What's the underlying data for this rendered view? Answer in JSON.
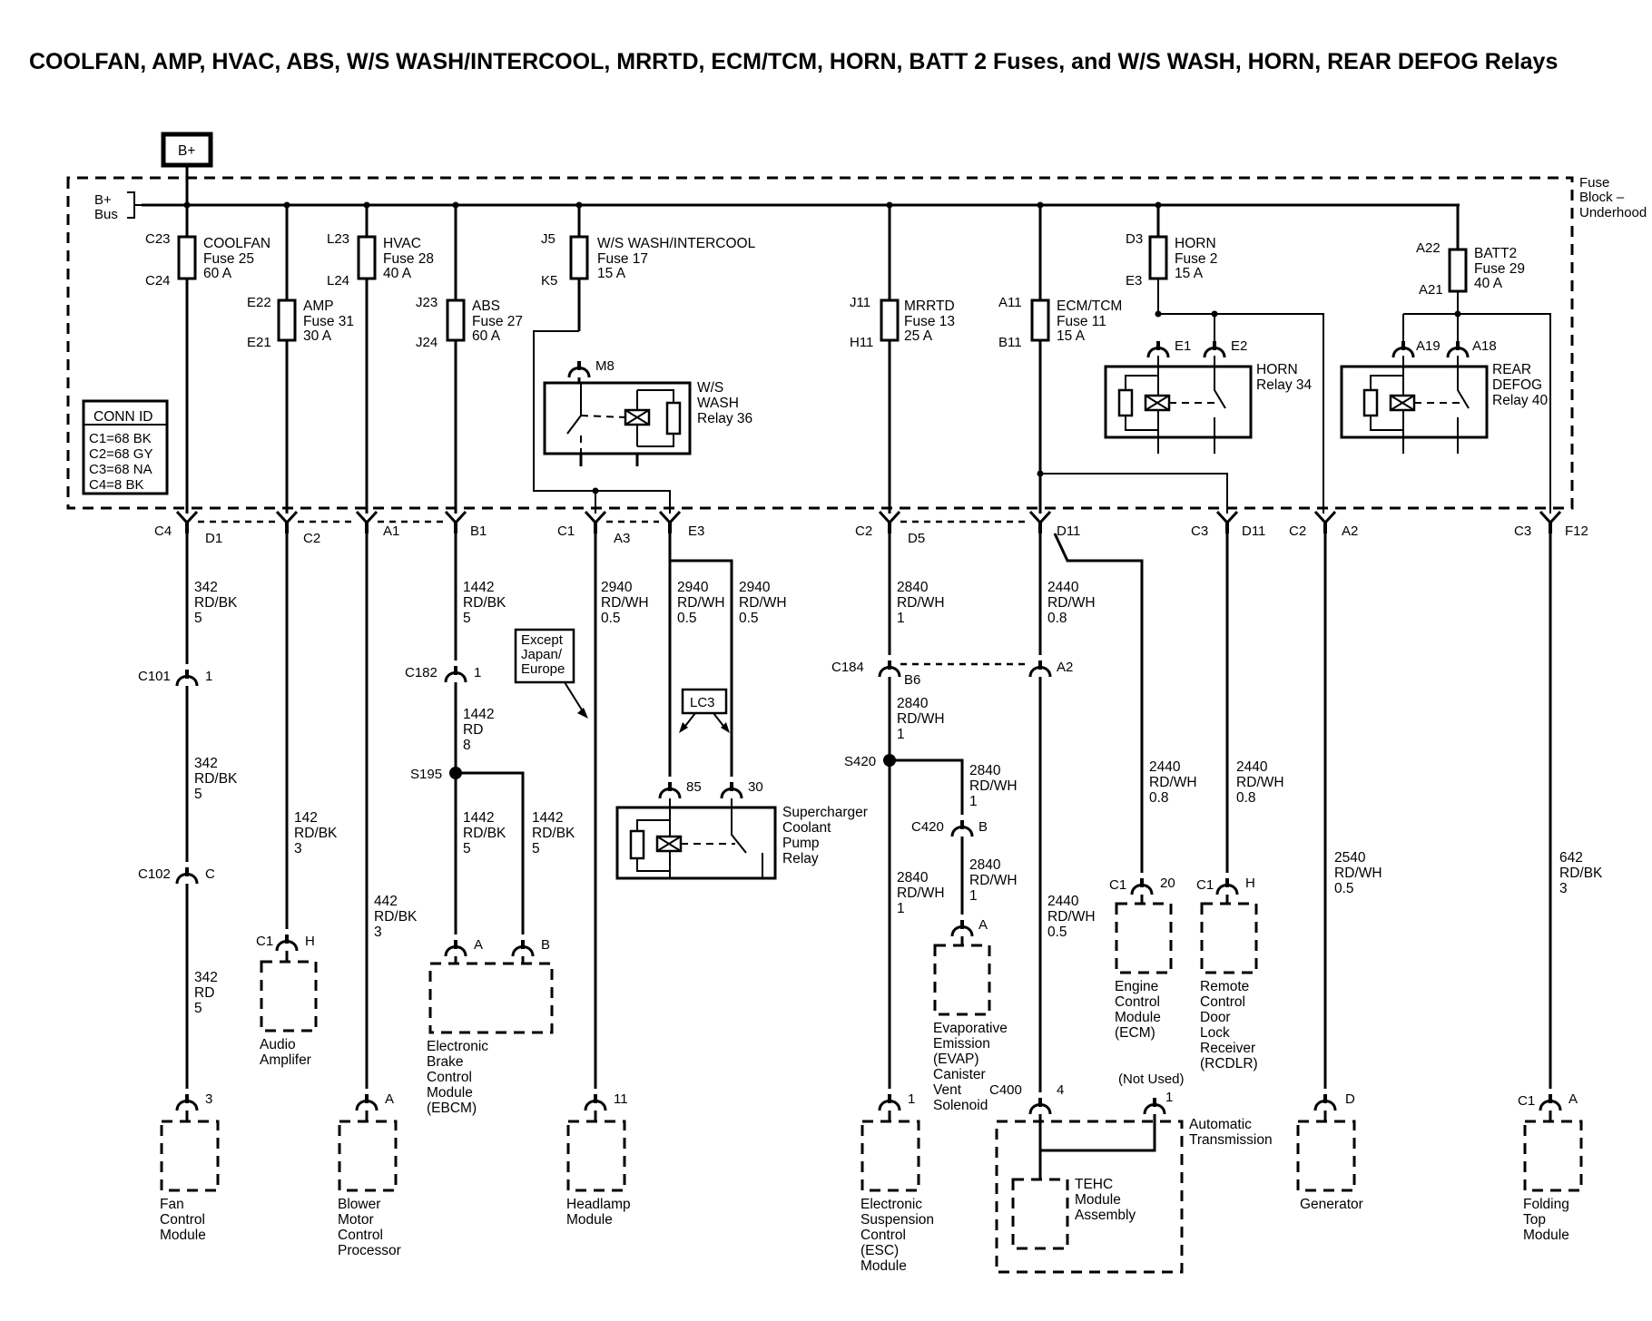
{
  "title": "COOLFAN, AMP, HVAC, ABS, W/S WASH/INTERCOOL, MRRTD, ECM/TCM, HORN, BATT 2 Fuses, and W/S WASH, HORN, REAR DEFOG Relays",
  "battery_label": "B+",
  "bus_label": [
    "B+",
    "Bus"
  ],
  "fuse_block_label": [
    "Fuse",
    "Block –",
    "Underhood"
  ],
  "conn_id": {
    "title": "CONN ID",
    "lines": [
      "C1=68 BK",
      "C2=68 GY",
      "C3=68 NA",
      "C4=8 BK"
    ]
  },
  "fuses": [
    {
      "name": "COOLFAN",
      "fuse": "Fuse 25",
      "amps": "60 A",
      "top_pin": "C23",
      "bot_pin": "C24"
    },
    {
      "name": "AMP",
      "fuse": "Fuse 31",
      "amps": "30 A",
      "top_pin": "E22",
      "bot_pin": "E21"
    },
    {
      "name": "HVAC",
      "fuse": "Fuse 28",
      "amps": "40 A",
      "top_pin": "L23",
      "bot_pin": "L24"
    },
    {
      "name": "ABS",
      "fuse": "Fuse 27",
      "amps": "60 A",
      "top_pin": "J23",
      "bot_pin": "J24"
    },
    {
      "name": "W/S WASH/INTERCOOL",
      "fuse": "Fuse 17",
      "amps": "15 A",
      "top_pin": "J5",
      "bot_pin": "K5"
    },
    {
      "name": "MRRTD",
      "fuse": "Fuse 13",
      "amps": "25 A",
      "top_pin": "J11",
      "bot_pin": "H11"
    },
    {
      "name": "ECM/TCM",
      "fuse": "Fuse 11",
      "amps": "15 A",
      "top_pin": "A11",
      "bot_pin": "B11"
    },
    {
      "name": "HORN",
      "fuse": "Fuse 2",
      "amps": "15 A",
      "top_pin": "D3",
      "bot_pin": "E3"
    },
    {
      "name": "BATT2",
      "fuse": "Fuse 29",
      "amps": "40 A",
      "top_pin": "A22",
      "bot_pin": "A21"
    }
  ],
  "relays": {
    "ws_wash": {
      "pin": "M8",
      "lines": [
        "W/S",
        "WASH",
        "Relay 36"
      ]
    },
    "horn": {
      "pins": [
        "E1",
        "E2"
      ],
      "lines": [
        "HORN",
        "Relay 34"
      ]
    },
    "rear_defog": {
      "pins": [
        "A19",
        "A18"
      ],
      "lines": [
        "REAR",
        "DEFOG",
        "Relay 40"
      ]
    },
    "supercharger": {
      "pins": [
        "85",
        "30"
      ],
      "lines": [
        "Supercharger",
        "Coolant",
        "Pump",
        "Relay"
      ]
    }
  },
  "connectors": [
    {
      "c": "C4",
      "p": "D1"
    },
    {
      "c": "",
      "p": "C2"
    },
    {
      "c": "",
      "p": "A1"
    },
    {
      "c": "",
      "p": "B1"
    },
    {
      "c": "C1",
      "p": "A3"
    },
    {
      "c": "",
      "p": "E3"
    },
    {
      "c": "C2",
      "p": "D5"
    },
    {
      "c": "",
      "p": "D11"
    },
    {
      "c": "C3",
      "p": "D11"
    },
    {
      "c": "C2",
      "p": "A2"
    },
    {
      "c": "C3",
      "p": "F12"
    }
  ],
  "inline": {
    "c101": {
      "c": "C101",
      "p": "1"
    },
    "c102": {
      "c": "C102",
      "p": "C"
    },
    "c182": {
      "c": "C182",
      "p": "1"
    },
    "c184": {
      "c": "C184",
      "p1": "B6",
      "p2": "A2"
    },
    "c420": {
      "c": "C420",
      "p": "B"
    },
    "s195": "S195",
    "s420": "S420",
    "lc3": "LC3",
    "except_note": [
      "Except",
      "Japan/",
      "Europe"
    ],
    "c400": "C400",
    "not_used": "(Not Used)"
  },
  "wires": {
    "w342a": [
      "342",
      "RD/BK",
      "5"
    ],
    "w342b": [
      "342",
      "RD/BK",
      "5"
    ],
    "w342c": [
      "342",
      "RD",
      "5"
    ],
    "w142": [
      "142",
      "RD/BK",
      "3"
    ],
    "w442": [
      "442",
      "RD/BK",
      "3"
    ],
    "w1442a": [
      "1442",
      "RD/BK",
      "5"
    ],
    "w1442b": [
      "1442",
      "RD",
      "8"
    ],
    "w1442c": [
      "1442",
      "RD/BK",
      "5"
    ],
    "w1442d": [
      "1442",
      "RD/BK",
      "5"
    ],
    "w2940a": [
      "2940",
      "RD/WH",
      "0.5"
    ],
    "w2940b": [
      "2940",
      "RD/WH",
      "0.5"
    ],
    "w2940c": [
      "2940",
      "RD/WH",
      "0.5"
    ],
    "w2840a": [
      "2840",
      "RD/WH",
      "1"
    ],
    "w2840b": [
      "2840",
      "RD/WH",
      "1"
    ],
    "w2840c": [
      "2840",
      "RD/WH",
      "1"
    ],
    "w2840d": [
      "2840",
      "RD/WH",
      "1"
    ],
    "w2840e": [
      "2840",
      "RD/WH",
      "1"
    ],
    "w2440a": [
      "2440",
      "RD/WH",
      "0.8"
    ],
    "w2440b": [
      "2440",
      "RD/WH",
      "0.5"
    ],
    "w2440c": [
      "2440",
      "RD/WH",
      "0.8"
    ],
    "w2440d": [
      "2440",
      "RD/WH",
      "0.8"
    ],
    "w2540": [
      "2540",
      "RD/WH",
      "0.5"
    ],
    "w642": [
      "642",
      "RD/BK",
      "3"
    ]
  },
  "components": {
    "fan": {
      "pin": "3",
      "lines": [
        "Fan",
        "Control",
        "Module"
      ]
    },
    "amp": {
      "c": "C1",
      "pin": "H",
      "lines": [
        "Audio",
        "Amplifer"
      ]
    },
    "blower": {
      "pin": "A",
      "lines": [
        "Blower",
        "Motor",
        "Control",
        "Processor"
      ]
    },
    "ebcm": {
      "pins": [
        "A",
        "B"
      ],
      "lines": [
        "Electronic",
        "Brake",
        "Control",
        "Module",
        "(EBCM)"
      ]
    },
    "headlamp": {
      "pin": "11",
      "lines": [
        "Headlamp",
        "Module"
      ]
    },
    "esc": {
      "pin": "1",
      "lines": [
        "Electronic",
        "Suspension",
        "Control",
        "(ESC)",
        "Module"
      ]
    },
    "evap": {
      "pin": "A",
      "lines": [
        "Evaporative",
        "Emission",
        "(EVAP)",
        "Canister",
        "Vent",
        "Solenoid"
      ]
    },
    "trans": {
      "pins": [
        "4",
        "1"
      ],
      "lines": [
        "Automatic",
        "Transmission"
      ],
      "inner": [
        "TEHC",
        "Module",
        "Assembly"
      ]
    },
    "ecm": {
      "c": "C1",
      "pin": "20",
      "lines": [
        "Engine",
        "Control",
        "Module",
        "(ECM)"
      ]
    },
    "rcdlr": {
      "c": "C1",
      "pin": "H",
      "lines": [
        "Remote",
        "Control",
        "Door",
        "Lock",
        "Receiver",
        "(RCDLR)"
      ]
    },
    "generator": {
      "pin": "D",
      "lines": [
        "Generator"
      ]
    },
    "folding": {
      "c": "C1",
      "pin": "A",
      "lines": [
        "Folding",
        "Top",
        "Module"
      ]
    }
  }
}
